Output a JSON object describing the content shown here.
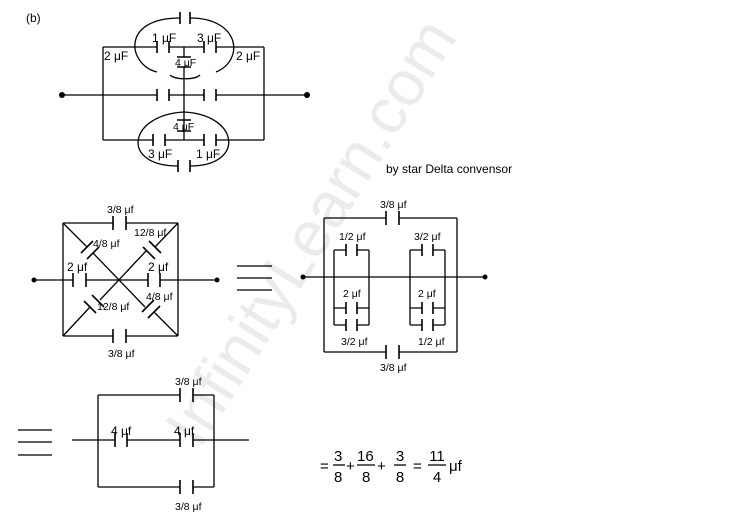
{
  "part_label": "(b)",
  "watermark": "InfinityLearn.com",
  "circuit1": {
    "labels": [
      "1 μF",
      "3 μF",
      "2 μF",
      "4 μF",
      "2 μF",
      "4 μF",
      "3 μF",
      "1 μF"
    ]
  },
  "caption": "by star Delta convensor",
  "circuit2": {
    "labels": [
      "3/8 μf",
      "12/8 μf",
      "4/8 μf",
      "2 μf",
      "2 μf",
      "4/8 μf",
      "12/8 μf",
      "3/8 μf"
    ]
  },
  "circuit3": {
    "labels": [
      "3/8 μf",
      "1/2 μf",
      "3/2 μf",
      "2 μf",
      "2 μf",
      "3/2 μf",
      "1/2 μf",
      "3/8 μf"
    ]
  },
  "circuit4": {
    "labels": [
      "3/8 μf",
      "4 μf",
      "4 μf",
      "3/8 μf"
    ]
  },
  "equation": {
    "eq1": "=",
    "f1_num": "3",
    "f1_den": "8",
    "plus1": "+",
    "f2_num": "16",
    "f2_den": "8",
    "plus2": "+",
    "f3_num": "3",
    "f3_den": "8",
    "eq2": "=",
    "r_num": "11",
    "r_den": "4",
    "unit": "μf"
  }
}
